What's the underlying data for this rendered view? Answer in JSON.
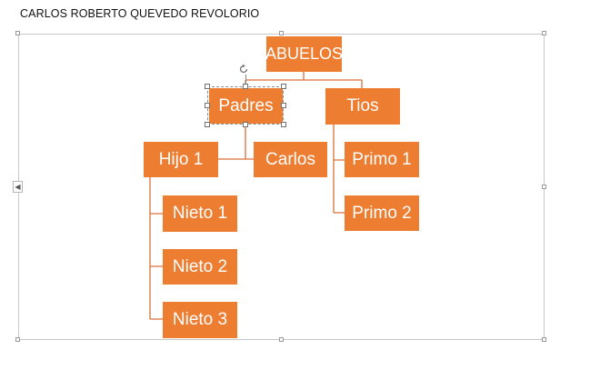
{
  "document": {
    "title": "CARLOS ROBERTO QUEVEDO REVOLORIO"
  },
  "diagram": {
    "fill_color": "#ed7d31",
    "line_color": "#d9703a",
    "text_color": "#ffffff",
    "nodes": {
      "abuelos": "ABUELOS",
      "padres": "Padres",
      "tios": "Tios",
      "hijo1": "Hijo 1",
      "carlos": "Carlos",
      "primo1": "Primo 1",
      "primo2": "Primo 2",
      "nieto1": "Nieto 1",
      "nieto2": "Nieto 2",
      "nieto3": "Nieto 3"
    },
    "selected_node": "padres"
  },
  "icons": {
    "rotate": "rotate-handle-icon",
    "side_tab": "expand-text-pane-icon"
  }
}
